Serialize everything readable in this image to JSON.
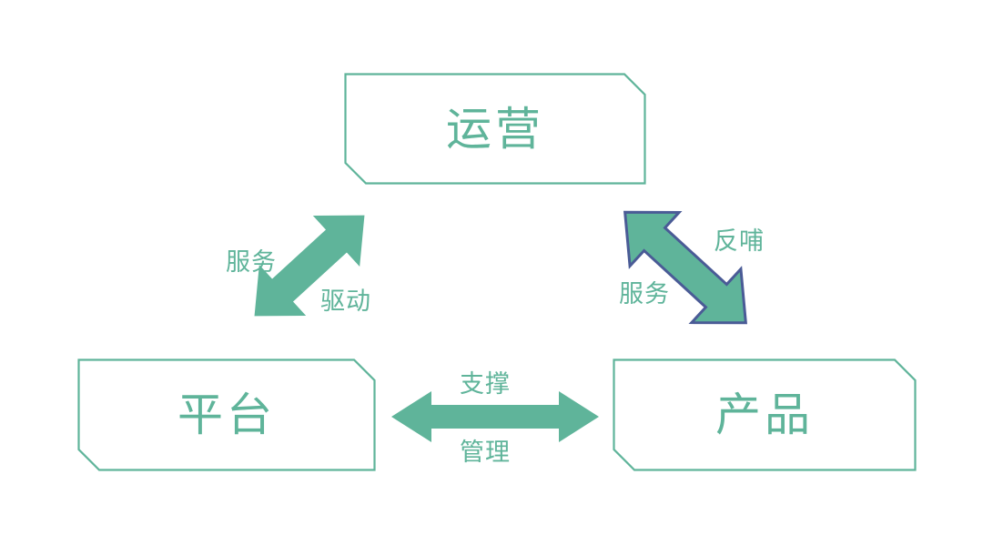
{
  "diagram": {
    "type": "triangle-relationship-diagram",
    "background_color": "#ffffff",
    "accent_color": "#5fb49a",
    "arrow_stroke_color": "#4a5b96",
    "nodes": [
      {
        "id": "operations",
        "label": "运营",
        "position": "top"
      },
      {
        "id": "platform",
        "label": "平台",
        "position": "bottom-left"
      },
      {
        "id": "product",
        "label": "产品",
        "position": "bottom-right"
      }
    ],
    "edges": [
      {
        "id": "platform-operations",
        "from": "platform",
        "to": "operations",
        "direction": "bidirectional",
        "orientation": "diagonal-up-right",
        "outlined": false,
        "labels": [
          {
            "id": "service-left",
            "text": "服务",
            "side": "upper-left"
          },
          {
            "id": "drive",
            "text": "驱动",
            "side": "lower-right"
          }
        ]
      },
      {
        "id": "operations-product",
        "from": "operations",
        "to": "product",
        "direction": "bidirectional",
        "orientation": "diagonal-down-right",
        "outlined": true,
        "labels": [
          {
            "id": "feedback",
            "text": "反哺",
            "side": "upper-right"
          },
          {
            "id": "service-right",
            "text": "服务",
            "side": "lower-left"
          }
        ]
      },
      {
        "id": "platform-product",
        "from": "platform",
        "to": "product",
        "direction": "bidirectional",
        "orientation": "horizontal",
        "outlined": false,
        "labels": [
          {
            "id": "support",
            "text": "支撑",
            "side": "above"
          },
          {
            "id": "manage",
            "text": "管理",
            "side": "below"
          }
        ]
      }
    ]
  }
}
